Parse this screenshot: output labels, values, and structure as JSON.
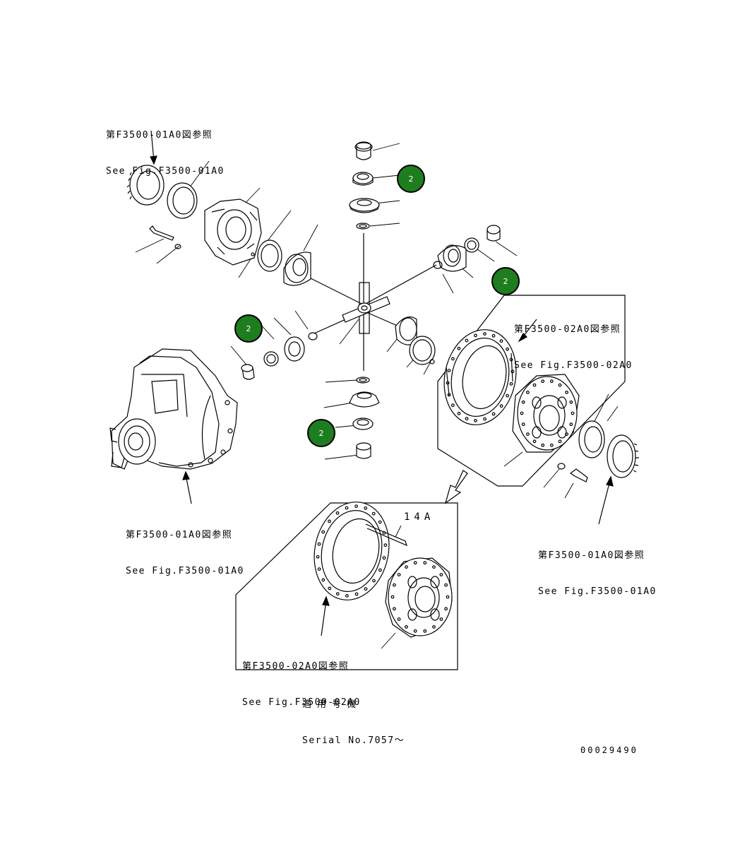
{
  "colors": {
    "marker_fill": "#1e7d1e",
    "line": "#000000",
    "background": "#ffffff"
  },
  "refs": {
    "top_left": {
      "jp": "第F3500-01A0図参照",
      "en": "See Fig.F3500-01A0"
    },
    "right_top": {
      "jp": "第F3500-02A0図参照",
      "en": "See Fig.F3500-02A0"
    },
    "left_bottom": {
      "jp": "第F3500-01A0図参照",
      "en": "See Fig.F3500-01A0"
    },
    "right_bottom": {
      "jp": "第F3500-01A0図参照",
      "en": "See Fig.F3500-01A0"
    },
    "inset": {
      "jp": "第F3500-02A0図参照",
      "en": "See Fig.F3500-02A0"
    }
  },
  "inset_part_no": "14A",
  "serial": {
    "jp": "適用号機",
    "en": "Serial No.7057～"
  },
  "drawing_id": "00029490",
  "markers": [
    {
      "label": "2"
    },
    {
      "label": "2"
    },
    {
      "label": "2"
    },
    {
      "label": "2"
    }
  ]
}
